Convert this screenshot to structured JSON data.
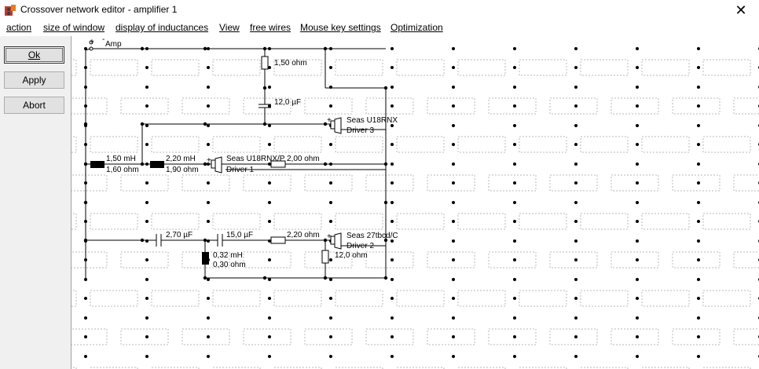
{
  "window": {
    "title": "Crossover network editor - amplifier 1",
    "close_glyph": "✕",
    "icon": "speaker-app-icon"
  },
  "menu": {
    "items": [
      "action",
      "size of window",
      "display of inductances",
      "View",
      "free wires",
      "Mouse key settings",
      "Optimization"
    ]
  },
  "buttons": {
    "ok": "Ok",
    "apply": "Apply",
    "abort": "Abort"
  },
  "schematic": {
    "amp_label": "Amp",
    "amp_plus": "+",
    "amp_minus": "-",
    "resistor_top": "1,50 ohm",
    "cap_top": "12,0 µF",
    "driver3_name": "Seas U18RNX",
    "driver3_label": "Driver 3",
    "l1_value": "1,50 mH",
    "l1_res": "1,60 ohm",
    "l2_value": "2,20 mH",
    "l2_res": "1,90 ohm",
    "driver1_name": "Seas U18RNX/P",
    "driver1_label": "Driver 1",
    "resistor_mid": "2,00 ohm",
    "cap_b1": "2,70 µF",
    "cap_b2": "15,0 µF",
    "resistor_b": "2,20 ohm",
    "driver2_name": "Seas 27tbcd/C",
    "driver2_label": "Driver 2",
    "l3_value": "0,32 mH",
    "l3_res": "0,30 ohm",
    "resistor_b2": "12,0 ohm"
  },
  "colors": {
    "wire": "#000000",
    "grid_box": "#b8b8b8",
    "panel": "#f0f0f0"
  }
}
